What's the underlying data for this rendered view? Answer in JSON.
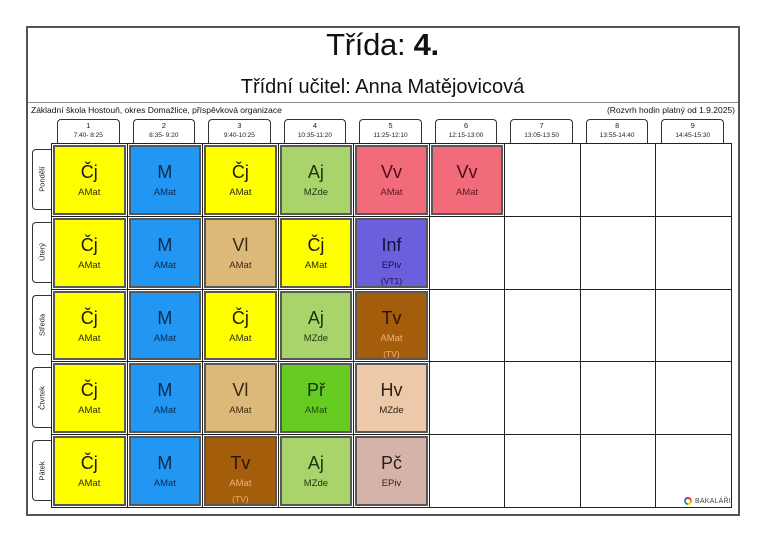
{
  "header": {
    "title_label": "Třída:",
    "title_value": "4.",
    "subtitle": "Třídní učitel: Anna Matějovicová",
    "school": "Základní škola Hostouň, okres Domažlice, příspěvková organizace",
    "validity": "(Rozvrh hodin platný od 1.9.2025)"
  },
  "periods": [
    {
      "num": "1",
      "time": "7:40- 8:25"
    },
    {
      "num": "2",
      "time": "8:35- 9:20"
    },
    {
      "num": "3",
      "time": "9:40-10:25"
    },
    {
      "num": "4",
      "time": "10:35-11:20"
    },
    {
      "num": "5",
      "time": "11:25-12:10"
    },
    {
      "num": "6",
      "time": "12:15-13:00"
    },
    {
      "num": "7",
      "time": "13:05-13:50"
    },
    {
      "num": "8",
      "time": "13:55-14:40"
    },
    {
      "num": "9",
      "time": "14:45-15:30"
    }
  ],
  "subject_colors": {
    "Čj": {
      "bg": "#ffff00",
      "fg": "#1a1a1a",
      "sub": "#2b2b10"
    },
    "M": {
      "bg": "#2196f3",
      "fg": "#0d2a4d",
      "sub": "#0d2a4d"
    },
    "Aj": {
      "bg": "#a9d46b",
      "fg": "#1e3310",
      "sub": "#1e3310"
    },
    "Vv": {
      "bg": "#f26b7a",
      "fg": "#4a0d14",
      "sub": "#5a1a22"
    },
    "Vl": {
      "bg": "#dcb978",
      "fg": "#3a2a10",
      "sub": "#3a2a10"
    },
    "Inf": {
      "bg": "#6c5fdc",
      "fg": "#14123a",
      "sub": "#14123a"
    },
    "Tv": {
      "bg": "#a45d0a",
      "fg": "#2a1500",
      "sub": "#f0b27a"
    },
    "Př": {
      "bg": "#66cc22",
      "fg": "#15330a",
      "sub": "#1e4a08"
    },
    "Hv": {
      "bg": "#ecc9a9",
      "fg": "#2e2014",
      "sub": "#2e2014"
    },
    "Pč": {
      "bg": "#d6b3a8",
      "fg": "#2e1e1a",
      "sub": "#2e1e1a"
    }
  },
  "days": [
    {
      "name": "Pondělí",
      "lessons": [
        {
          "subject": "Čj",
          "teacher": "AMat"
        },
        {
          "subject": "M",
          "teacher": "AMat"
        },
        {
          "subject": "Čj",
          "teacher": "AMat"
        },
        {
          "subject": "Aj",
          "teacher": "MZde"
        },
        {
          "subject": "Vv",
          "teacher": "AMat"
        },
        {
          "subject": "Vv",
          "teacher": "AMat"
        },
        null,
        null,
        null
      ]
    },
    {
      "name": "Úterý",
      "lessons": [
        {
          "subject": "Čj",
          "teacher": "AMat"
        },
        {
          "subject": "M",
          "teacher": "AMat"
        },
        {
          "subject": "Vl",
          "teacher": "AMat"
        },
        {
          "subject": "Čj",
          "teacher": "AMat"
        },
        {
          "subject": "Inf",
          "teacher": "EPiv",
          "room": "(VT1)"
        },
        null,
        null,
        null,
        null
      ]
    },
    {
      "name": "Středa",
      "lessons": [
        {
          "subject": "Čj",
          "teacher": "AMat"
        },
        {
          "subject": "M",
          "teacher": "AMat"
        },
        {
          "subject": "Čj",
          "teacher": "AMat"
        },
        {
          "subject": "Aj",
          "teacher": "MZde"
        },
        {
          "subject": "Tv",
          "teacher": "AMat",
          "room": "(TV)"
        },
        null,
        null,
        null,
        null
      ]
    },
    {
      "name": "Čtvrtek",
      "lessons": [
        {
          "subject": "Čj",
          "teacher": "AMat"
        },
        {
          "subject": "M",
          "teacher": "AMat"
        },
        {
          "subject": "Vl",
          "teacher": "AMat"
        },
        {
          "subject": "Př",
          "teacher": "AMat"
        },
        {
          "subject": "Hv",
          "teacher": "MZde"
        },
        null,
        null,
        null,
        null
      ]
    },
    {
      "name": "Pátek",
      "lessons": [
        {
          "subject": "Čj",
          "teacher": "AMat"
        },
        {
          "subject": "M",
          "teacher": "AMat"
        },
        {
          "subject": "Tv",
          "teacher": "AMat",
          "room": "(TV)"
        },
        {
          "subject": "Aj",
          "teacher": "MZde"
        },
        {
          "subject": "Pč",
          "teacher": "EPiv"
        },
        null,
        null,
        null,
        null
      ]
    }
  ],
  "logo": {
    "icon": "bakalari-ring-icon",
    "label": "BAKALÁŘI"
  }
}
